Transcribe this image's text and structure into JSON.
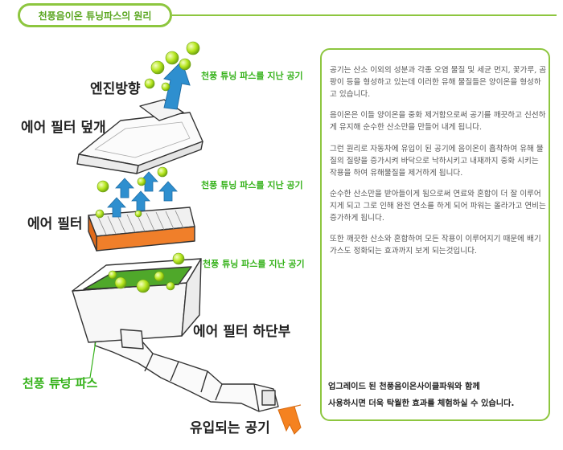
{
  "header": {
    "title": "천풍음이온 튜닝파스의 원리"
  },
  "diagram": {
    "engine_direction": "엔진방향",
    "air_filter_cover": "에어 필터 덮개",
    "air_filter": "에어 필터",
    "air_filter_bottom": "에어 필터 하단부",
    "tuning_kit": "천풍 튜닝 파스",
    "intake_air": "유입되는 공기",
    "passed_air_1": "천풍 튜닝 파스를 지난 공기",
    "passed_air_2": "천풍 튜닝 파스를 지난 공기",
    "passed_air_3": "천풍 튜닝 파스를 지난 공기"
  },
  "panel": {
    "paragraphs": [
      "공기는 산소 이외의 성분과 각종 오염 물질 및 세균 먼지, 꽃가루, 곰팡이 등을 형성하고 있는데 이러한 유해 물질들은 양이온을 형성하고 있습니다.",
      "음이온은 이들 양이온을 중화 제거함으로써 공기를 깨끗하고 신선하게 유지해 순수한 산소만을 만들어 내게 됩니다.",
      "그런 원리로 자동차에 유입이 된 공기에 음이온이 흡착하여 유해 물질의 질량을 증가시켜 바닥으로 낙하시키고 내재까지 중화 시키는 작용을 하여 유해물질을 제거하게 됩니다.",
      "순수한 산소만을 받아들이게 됨으로써 연료와 혼합이 더 잘 이루어지게 되고 그로 인해 완전 연소를 하게 되어 파워는 올라가고 연비는 증가하게 됩니다.",
      "또한 깨끗한 산소와 혼합하여 모든 작용이 이루어지기 때문에 배기가스도 정화되는  효과까지 보게 되는것입니다."
    ],
    "closing": [
      "업그레이드 된 천풍음이온사이클파워와 함께",
      "사용하시면 더욱 탁월한 효과를 체험하실 수 있습니다."
    ]
  },
  "colors": {
    "accent_green": "#8dc63f",
    "label_green": "#35b21a",
    "flow_arrow": "#2e8fcf",
    "intake_arrow": "#f58220",
    "filter_orange": "#f07f2a",
    "ion_ball": "#b5e61d"
  }
}
